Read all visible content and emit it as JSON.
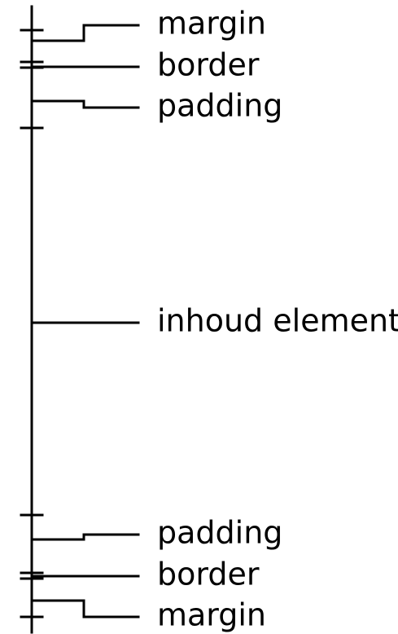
{
  "diagram": {
    "labels": {
      "margin_top": "margin",
      "border_top": "border",
      "padding_top": "padding",
      "content": "inhoud element",
      "padding_bottom": "padding",
      "border_bottom": "border",
      "margin_bottom": "margin"
    },
    "colors": {
      "line": "#000000",
      "text": "#000000",
      "background": "#ffffff"
    }
  }
}
